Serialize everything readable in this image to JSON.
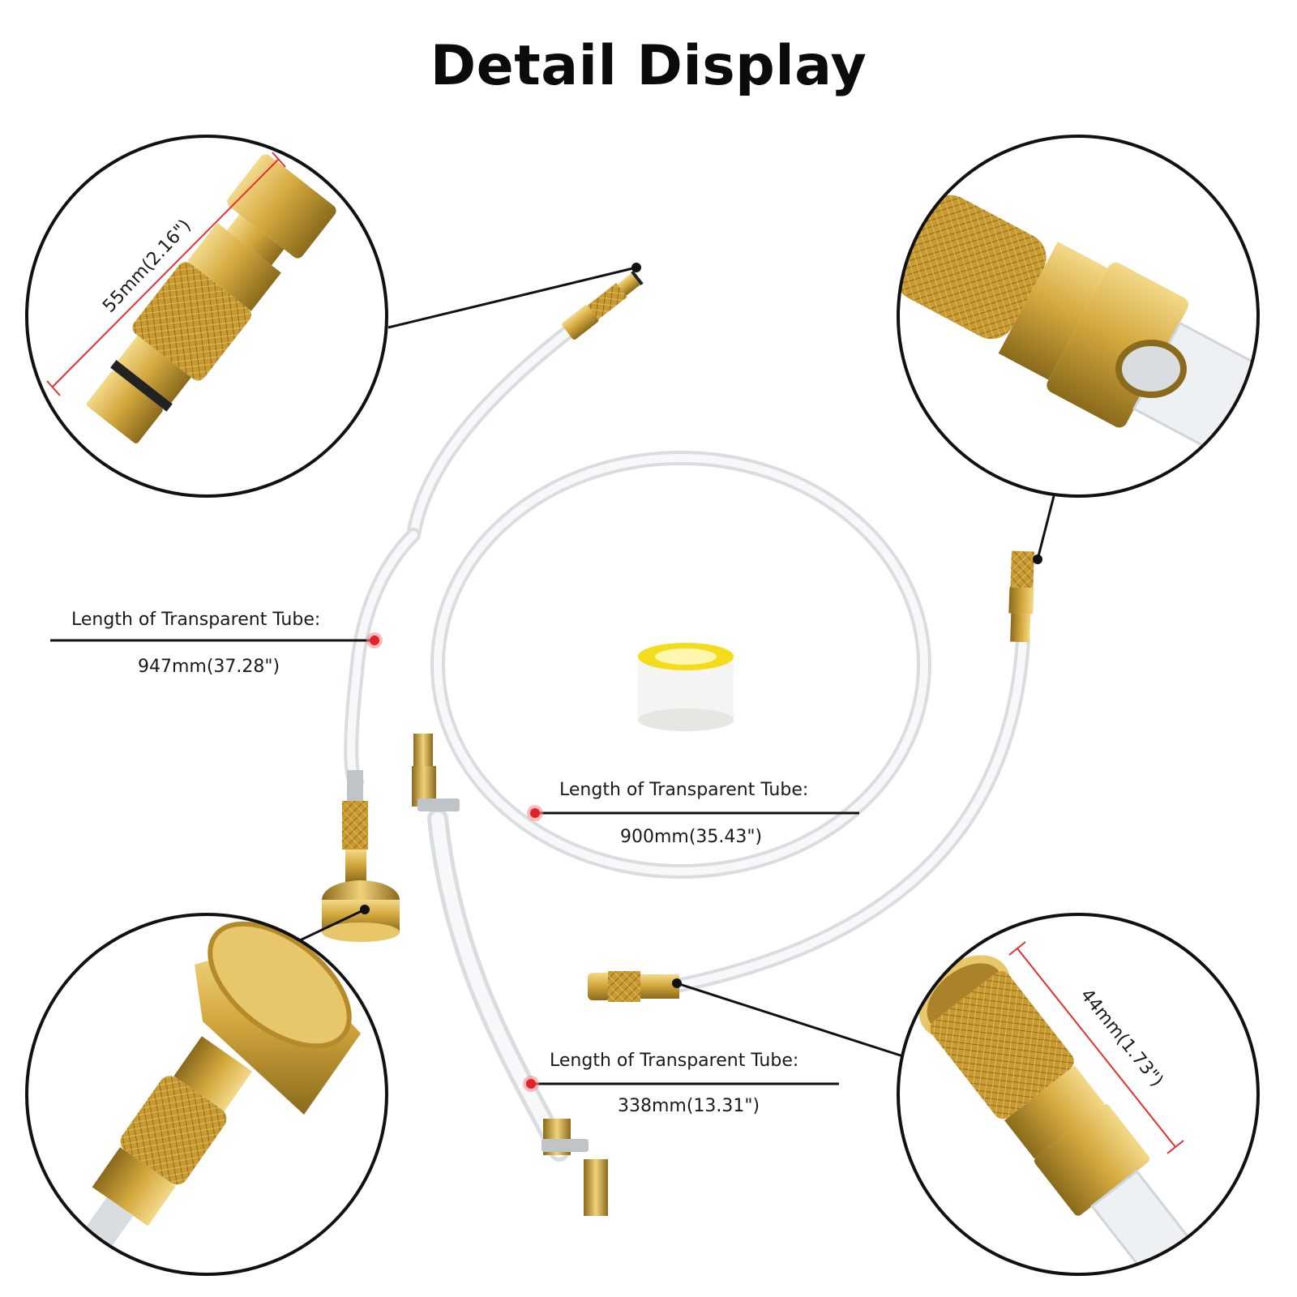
{
  "title": "Detail Display",
  "callouts": {
    "tube_947": {
      "heading": "Length of Transparent Tube:",
      "value": "947mm(37.28\")"
    },
    "tube_900": {
      "heading": "Length of Transparent Tube:",
      "value": "900mm(35.43\")"
    },
    "tube_338": {
      "heading": "Length of Transparent Tube:",
      "value": "338mm(13.31\")"
    }
  },
  "dimensions": {
    "plug_length": "55mm(2.16\")",
    "coupler_length": "44mm(1.73\")"
  },
  "colors": {
    "brass": "#c9a03a",
    "brass_dark": "#8a6a1c",
    "tube": "#eef1f3",
    "marker_red": "#e0222a",
    "dimension_red": "#e53030",
    "tape_yellow": "#f3dc1a"
  }
}
